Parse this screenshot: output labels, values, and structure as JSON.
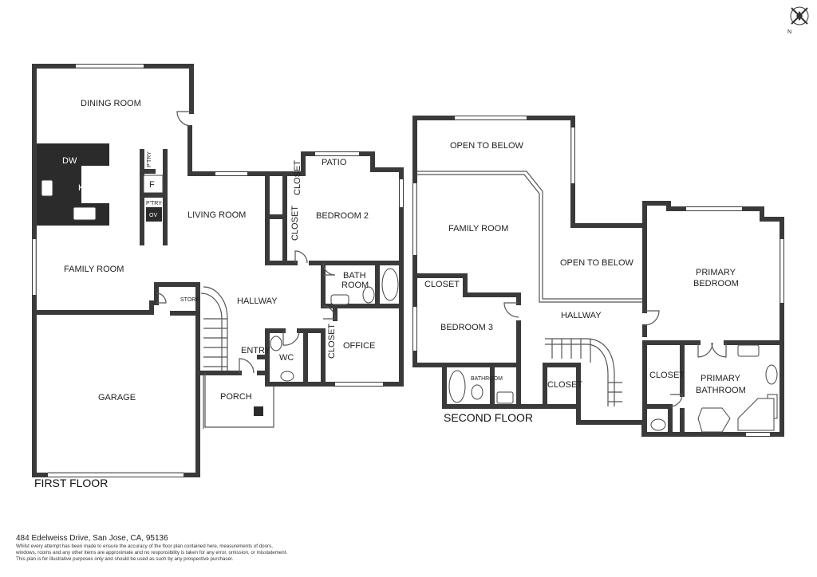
{
  "compass": {
    "letter": "N"
  },
  "floors": {
    "first": {
      "label": "FIRST FLOOR"
    },
    "second": {
      "label": "SECOND FLOOR"
    }
  },
  "rooms": {
    "dining_room": "DINING ROOM",
    "dw": "DW",
    "kitchen": "KITCHEN",
    "pantry_top": "P'TRY",
    "fridge": "F",
    "pantry_bottom": "P'TRY",
    "oven": "OV",
    "living_room": "LIVING ROOM",
    "family_room_1": "FAMILY ROOM",
    "patio": "PATIO",
    "closet_a": "CLOSET",
    "closet_b": "CLOSET",
    "bedroom_2": "BEDROOM 2",
    "bath_room_line1": "BATH",
    "bath_room_line2": "ROOM",
    "store": "STORE",
    "hallway_1": "HALLWAY",
    "entry": "ENTRY",
    "wc": "WC",
    "closet_c": "CLOSET",
    "office": "OFFICE",
    "garage": "GARAGE",
    "porch": "PORCH",
    "open_to_below_1": "OPEN TO BELOW",
    "family_room_2": "FAMILY ROOM",
    "open_to_below_2": "OPEN TO BELOW",
    "primary_bedroom_line1": "PRIMARY",
    "primary_bedroom_line2": "BEDROOM",
    "closet_d": "CLOSET",
    "bedroom_3": "BEDROOM 3",
    "hallway_2": "HALLWAY",
    "bathroom": "BATHROOM",
    "closet_e": "CLOSET",
    "closet_f": "CLOSET",
    "primary_bathroom_line1": "PRIMARY",
    "primary_bathroom_line2": "BATHROOM"
  },
  "footer": {
    "address": "484 Edelweiss Drive, San Jose, CA, 95136",
    "disclaimer_1": "Whilst every attempt has been made to ensure the accuracy of the floor plan contained here, measurements of doors,",
    "disclaimer_2": "windows, rooms and any other items are approximate and no responsibility is taken for any error, omission, or misstatement.",
    "disclaimer_3": "This plan is for illustrative purposes only and should be used as such by any prospective purchaser."
  }
}
